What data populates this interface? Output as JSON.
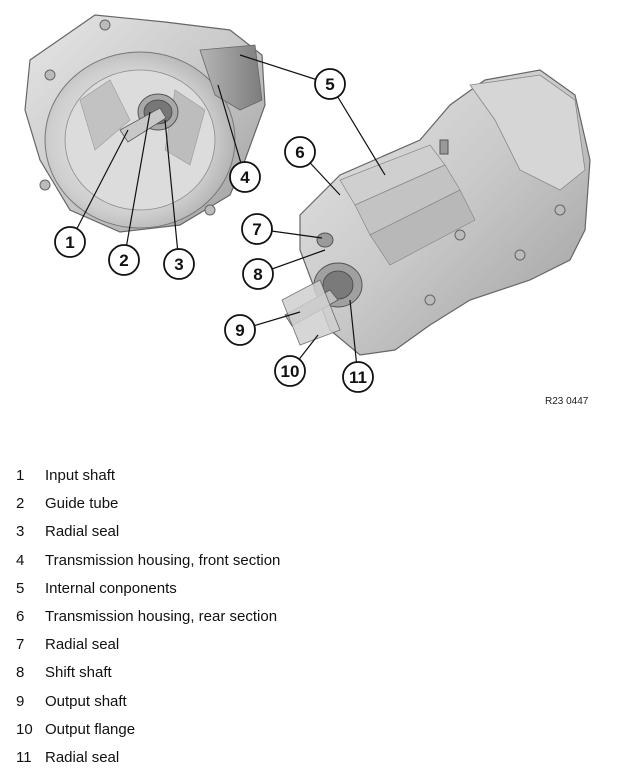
{
  "figure": {
    "ref_code": "R23 0447",
    "callouts": [
      "1",
      "2",
      "3",
      "4",
      "5",
      "6",
      "7",
      "8",
      "9",
      "10",
      "11"
    ]
  },
  "legend": [
    {
      "num": "1",
      "label": "Input shaft"
    },
    {
      "num": "2",
      "label": "Guide tube"
    },
    {
      "num": "3",
      "label": "Radial seal"
    },
    {
      "num": "4",
      "label": "Transmission housing, front section"
    },
    {
      "num": "5",
      "label": "Internal conponents"
    },
    {
      "num": "6",
      "label": "Transmission housing, rear section"
    },
    {
      "num": "7",
      "label": "Radial seal"
    },
    {
      "num": "8",
      "label": "Shift shaft"
    },
    {
      "num": "9",
      "label": "Output shaft"
    },
    {
      "num": "10",
      "label": "Output flange"
    },
    {
      "num": "11",
      "label": "Radial seal"
    }
  ]
}
